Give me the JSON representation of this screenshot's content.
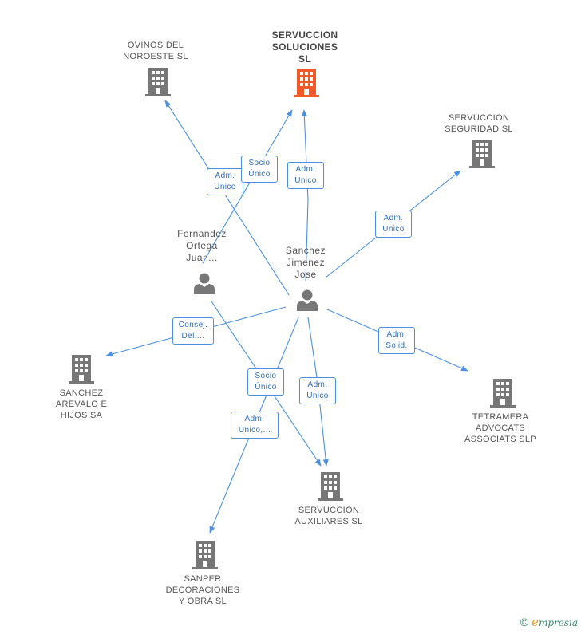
{
  "nodes": {
    "servuccion_soluciones": {
      "label_lines": [
        "SERVUCCION",
        "SOLUCIONES",
        "SL"
      ],
      "color": "#f05a2a"
    },
    "ovinos": {
      "label_lines": [
        "OVINOS DEL",
        "NOROESTE SL"
      ],
      "color": "#777777"
    },
    "seguridad": {
      "label_lines": [
        "SERVUCCION",
        "SEGURIDAD SL"
      ],
      "color": "#777777"
    },
    "sanchez_arevalo": {
      "label_lines": [
        "SANCHEZ",
        "AREVALO E",
        "HIJOS SA"
      ],
      "color": "#777777"
    },
    "tetramera": {
      "label_lines": [
        "TETRAMERA",
        "ADVOCATS",
        "ASSOCIATS SLP"
      ],
      "color": "#777777"
    },
    "auxiliares": {
      "label_lines": [
        "SERVUCCION",
        "AUXILIARES SL"
      ],
      "color": "#777777"
    },
    "sanper": {
      "label_lines": [
        "SANPER",
        "DECORACIONES",
        "Y OBRA SL"
      ],
      "color": "#777777"
    }
  },
  "persons": {
    "fernandez": {
      "label_lines": [
        "Fernandez",
        "Ortega",
        "Juan..."
      ]
    },
    "sanchez": {
      "label_lines": [
        "Sanchez",
        "Jimenez",
        "Jose"
      ]
    }
  },
  "edge_labels": {
    "adm_unico_ovinos": [
      "Adm.",
      "Unico"
    ],
    "socio_unico_soluciones": [
      "Socio",
      "Único"
    ],
    "adm_unico_soluciones": [
      "Adm.",
      "Unico"
    ],
    "adm_unico_seguridad": [
      "Adm.",
      "Unico"
    ],
    "consej_del": [
      "Consej.",
      "Del...."
    ],
    "adm_solid": [
      "Adm.",
      "Solid."
    ],
    "socio_unico_auxiliares": [
      "Socio",
      "Único"
    ],
    "adm_unico_auxiliares": [
      "Adm.",
      "Unico"
    ],
    "adm_unico_sanper": [
      "Adm.",
      "Unico,..."
    ]
  },
  "colors": {
    "edge": "#4a90e2",
    "person": "#777777",
    "highlight": "#f05a2a"
  },
  "footer": {
    "copyright": "©",
    "brand_initial": "e",
    "brand_rest": "mpresia"
  }
}
